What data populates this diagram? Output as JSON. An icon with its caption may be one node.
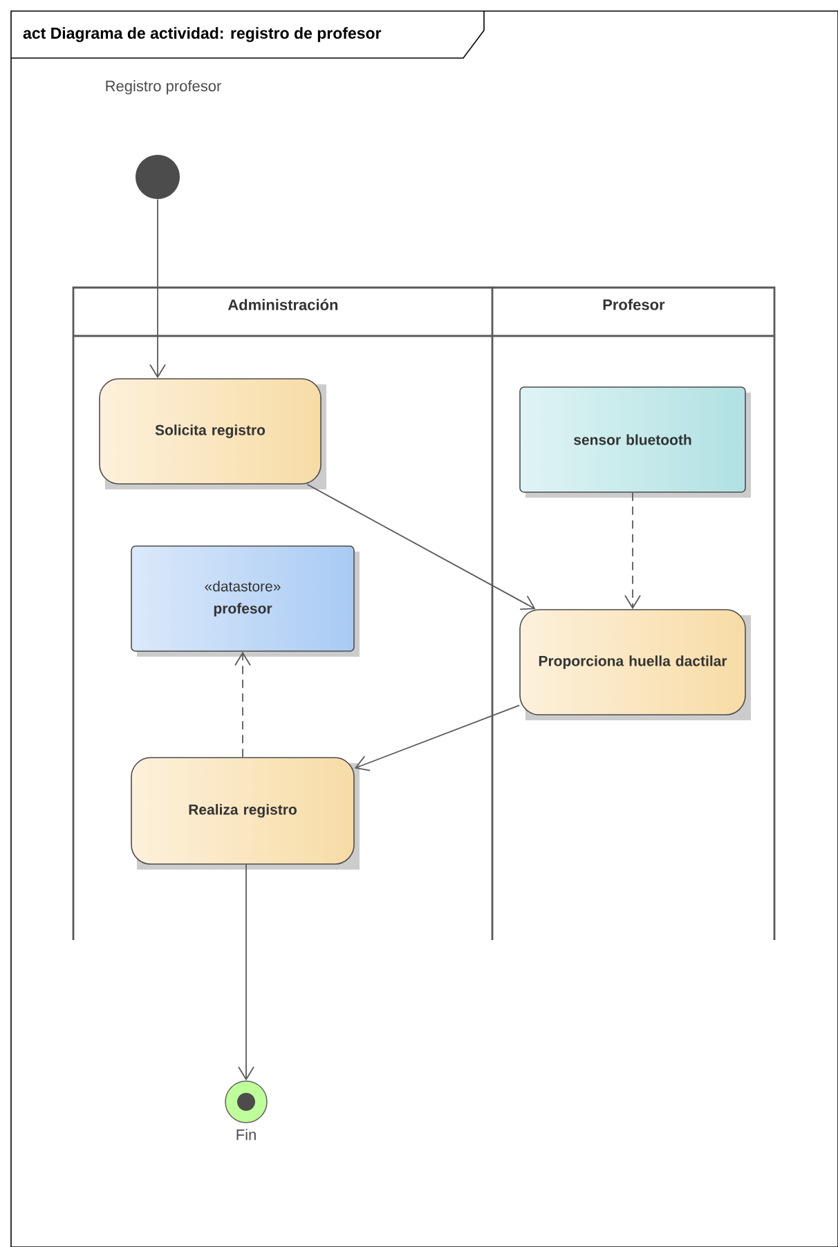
{
  "diagram": {
    "title": "act Diagrama de actividad: registro de profesor",
    "nodes": [
      {
        "text": [],
        "shape": "circle",
        "beside": [
          "Registro profesor"
        ]
      },
      {
        "text": [
          "Administración"
        ]
      },
      {
        "text": [
          "Profesor"
        ]
      },
      {
        "text": [
          "Solicita registro"
        ],
        "in": 1
      },
      {
        "text": [
          "sensor bluetooth"
        ],
        "in": 2
      },
      {
        "text": [
          "«datastore»",
          "profesor"
        ],
        "in": 1
      },
      {
        "text": [
          "Proporciona huella dactilar"
        ],
        "in": 2
      },
      {
        "text": [
          "Realiza registro"
        ],
        "in": 1
      },
      {
        "text": [],
        "shape": "circle",
        "beside": [
          "Fin"
        ]
      }
    ],
    "edges": [
      {
        "from": 0,
        "to": 3,
        "arrow": "to"
      },
      {
        "from": 3,
        "to": 6,
        "arrow": "to"
      },
      {
        "from": 4,
        "to": 6,
        "arrow": "to",
        "style": "dashed"
      },
      {
        "from": 6,
        "to": 7,
        "arrow": "to"
      },
      {
        "from": 7,
        "to": 5,
        "arrow": "to",
        "style": "dashed"
      },
      {
        "from": 7,
        "to": 8,
        "arrow": "to"
      }
    ]
  }
}
